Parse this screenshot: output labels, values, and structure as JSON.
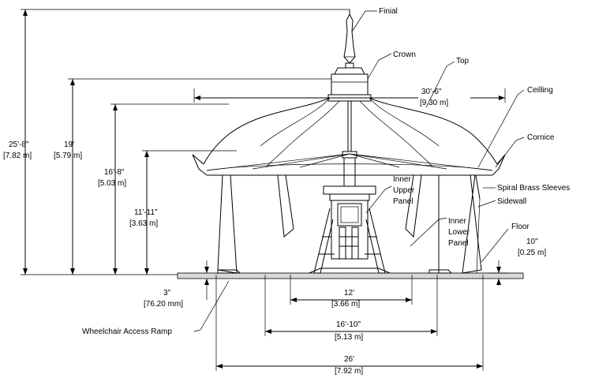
{
  "labels": {
    "finial": "Finial",
    "crown": "Crown",
    "top": "Top",
    "ceiling": "Ceilling",
    "cornice": "Cornice",
    "spiral": "Spiral Brass Sleeves",
    "sidewall": "Sidewall",
    "floor": "Floor",
    "inner_upper_1": "Inner",
    "inner_upper_2": "Upper",
    "inner_upper_3": "Panel",
    "inner_lower_1": "Inner",
    "inner_lower_2": "Lower",
    "inner_lower_3": "Panel",
    "ramp": "Wheelchair Access Ramp"
  },
  "dimensions": {
    "total_height": {
      "ft": "25'-8\"",
      "m": "[7.82 m]"
    },
    "height_19": {
      "ft": "19'",
      "m": "[5.79 m]"
    },
    "height_16_8": {
      "ft": "16'-8\"",
      "m": "[5.03 m]"
    },
    "height_11_11": {
      "ft": "11'-11\"",
      "m": "[3.63 m]"
    },
    "top_width": {
      "ft": "30'-6\"",
      "m": "[9.30 m]"
    },
    "floor_thick": {
      "ft": "10\"",
      "m": "[0.25 m]"
    },
    "ramp_height": {
      "ft": "3\"",
      "m": "[76.20 mm]"
    },
    "width_12": {
      "ft": "12'",
      "m": "[3.66 m]"
    },
    "width_16_10": {
      "ft": "16'-10\"",
      "m": "[5.13 m]"
    },
    "width_26": {
      "ft": "26'",
      "m": "[7.92 m]"
    }
  },
  "colors": {
    "line": "#000000",
    "floor": "#d9d9d9"
  }
}
